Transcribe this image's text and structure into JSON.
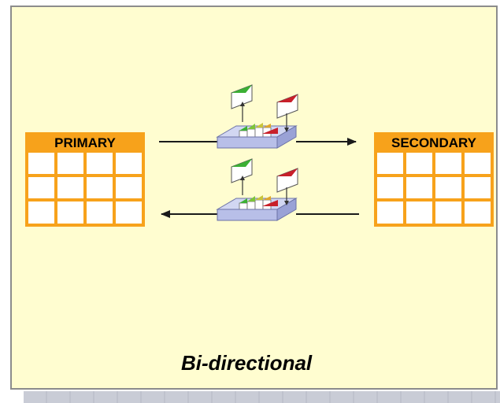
{
  "diagram": {
    "caption": "Bi-directional",
    "primary": {
      "label": "PRIMARY",
      "rows": 3,
      "cols": 4
    },
    "secondary": {
      "label": "SECONDARY",
      "rows": 3,
      "cols": 4
    },
    "colors": {
      "background": "#fffdd0",
      "table": "#f7a21b",
      "tray": "#b8bfe8",
      "arrow": "#1a1a1a",
      "flag_green": "#3cb034",
      "flag_red": "#c8202a"
    },
    "flows": [
      {
        "direction": "left-to-right"
      },
      {
        "direction": "right-to-left"
      }
    ]
  }
}
